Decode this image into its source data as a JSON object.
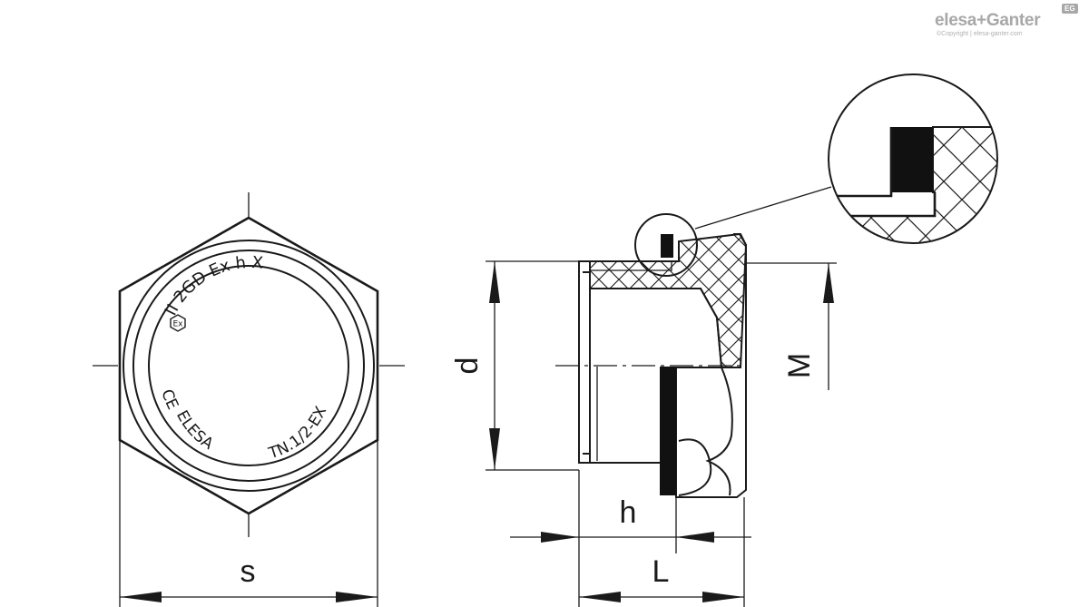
{
  "brand": {
    "name": "elesa+Ganter",
    "badge": "EG",
    "copyright": "©Copyright | elesa-ganter.com"
  },
  "front_view": {
    "marking_top": "II 2GD Ex h X",
    "marking_ce": "CE",
    "marking_maker": "ELESA",
    "marking_code": "TN.1/2-EX"
  },
  "dimensions": {
    "s": "s",
    "d": "d",
    "h": "h",
    "L": "L",
    "M": "M"
  },
  "colors": {
    "line": "#1a1a1a",
    "brand": "#a8a8a8"
  }
}
